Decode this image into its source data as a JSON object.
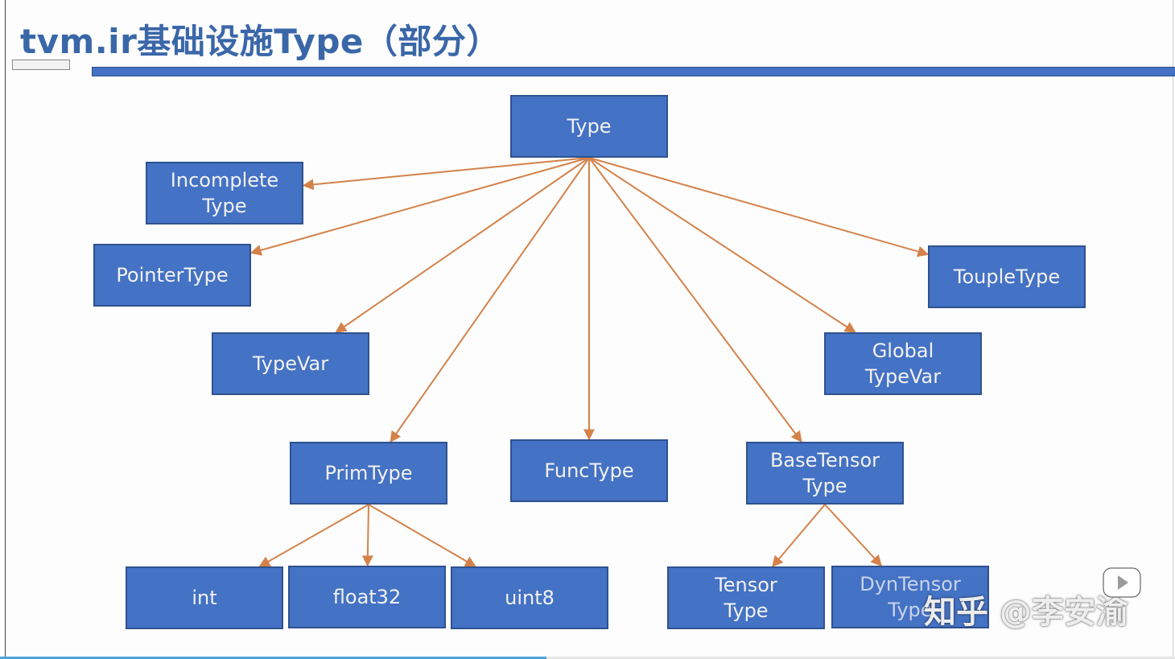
{
  "slide": {
    "title": "tvm.ir基础设施Type（部分）"
  },
  "nodes": {
    "type": "Type",
    "incomplete_type": "Incomplete\nType",
    "pointer_type": "PointerType",
    "type_var": "TypeVar",
    "prim_type": "PrimType",
    "func_type": "FuncType",
    "base_tensor_type": "BaseTensor\nType",
    "global_type_var": "Global\nTypeVar",
    "touple_type": "ToupleType",
    "int": "int",
    "float32": "float32",
    "uint8": "uint8",
    "tensor_type": "Tensor\nType",
    "dyn_tensor_type": "DynTensor\nType"
  },
  "edges": [
    [
      "type",
      "incomplete_type"
    ],
    [
      "type",
      "pointer_type"
    ],
    [
      "type",
      "type_var"
    ],
    [
      "type",
      "prim_type"
    ],
    [
      "type",
      "func_type"
    ],
    [
      "type",
      "base_tensor_type"
    ],
    [
      "type",
      "global_type_var"
    ],
    [
      "type",
      "touple_type"
    ],
    [
      "prim_type",
      "int"
    ],
    [
      "prim_type",
      "float32"
    ],
    [
      "prim_type",
      "uint8"
    ],
    [
      "base_tensor_type",
      "tensor_type"
    ],
    [
      "base_tensor_type",
      "dyn_tensor_type"
    ]
  ],
  "watermark": "知乎 @李安渝",
  "icons": {
    "play": "play-icon"
  },
  "colors": {
    "node_fill": "#4472c4",
    "node_border": "#2f528f",
    "edge": "#d4824a",
    "title": "#3a67a8"
  },
  "playback_progress": 0.465
}
